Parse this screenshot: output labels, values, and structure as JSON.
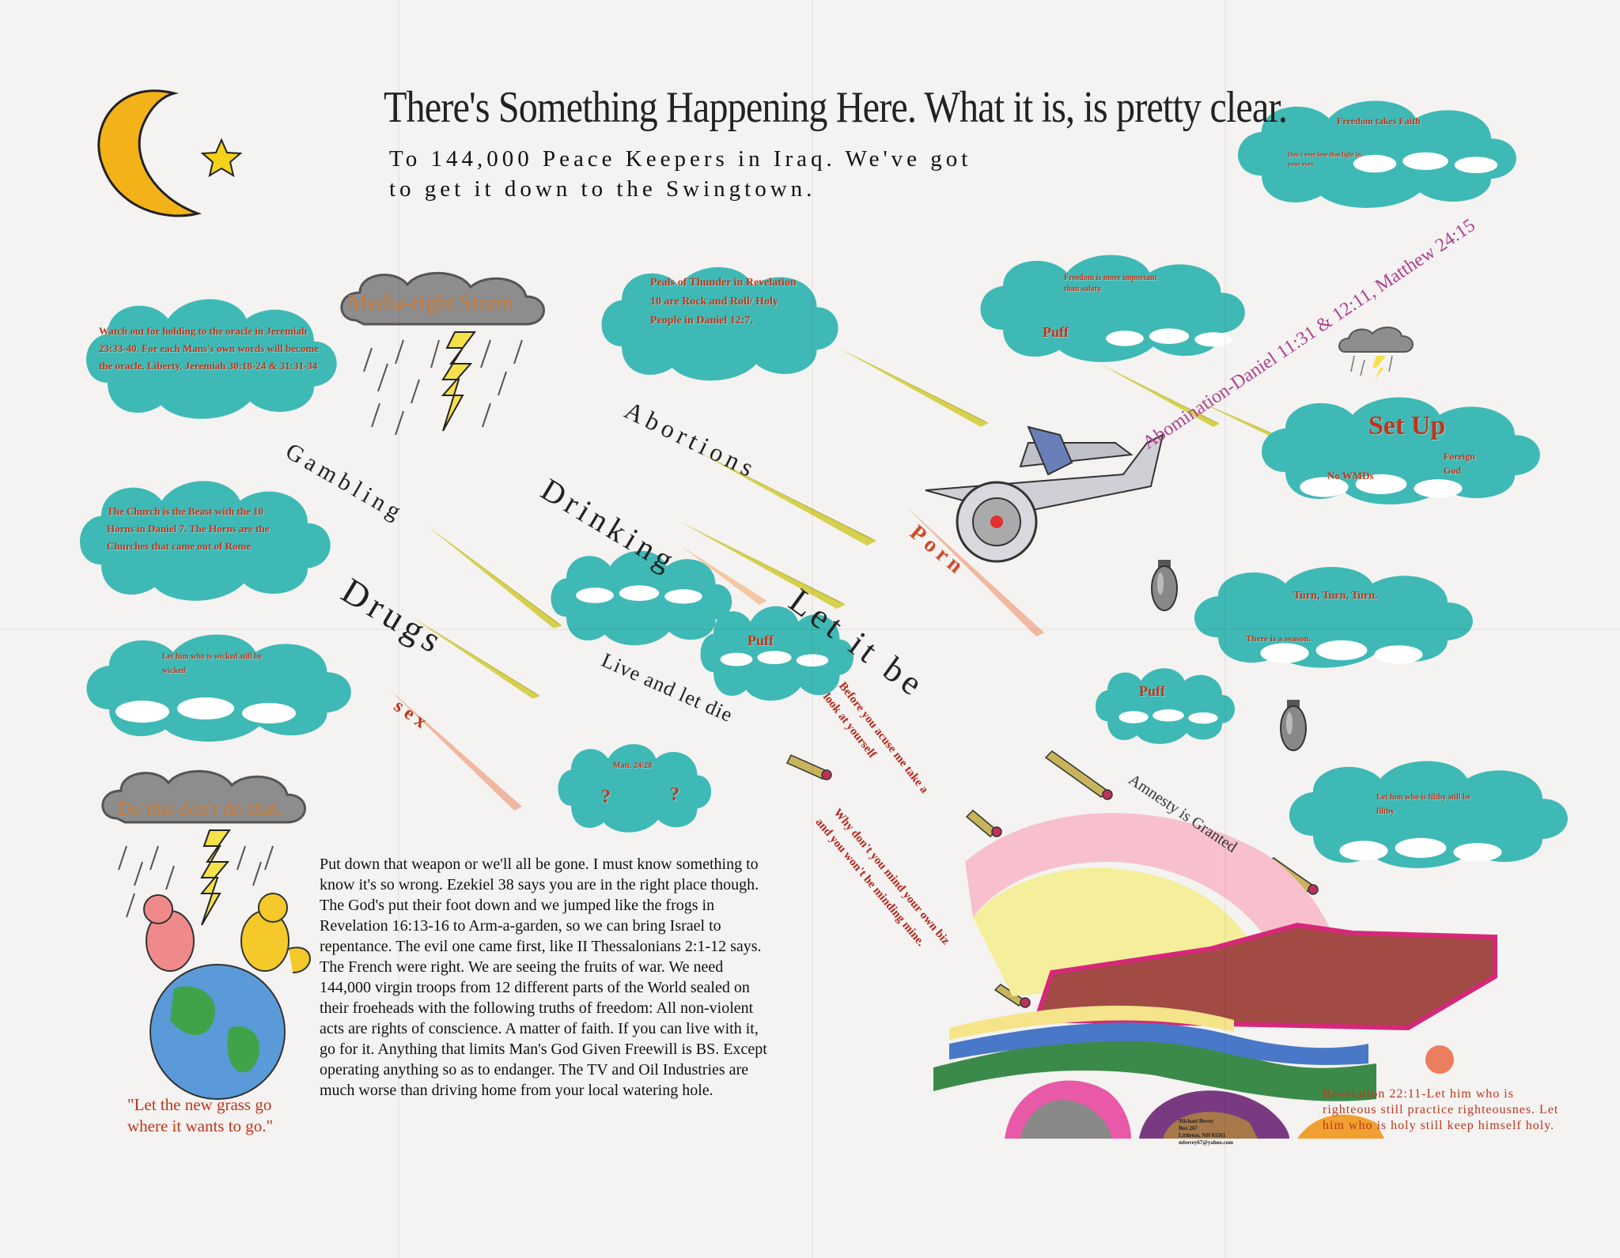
{
  "header": {
    "title": "There's Something Happening Here.  What it is, is pretty clear.",
    "subtitle": "To 144,000 Peace Keepers in Iraq.  We've got\nto get it down to the Swingtown."
  },
  "storms": {
    "media": "Media-right Storm",
    "do_this": "Do this don't do that."
  },
  "clouds": {
    "jeremiah": "Watch out for holding to the oracle in Jeremiah 23:33-40.  For each Mans's own words will become the oracle. Liberty. Jeremiah 30:18-24 & 31:31-34",
    "church": "The Church is the Beast with the 10 Horns in Daniel 7.  The Horns are the Churches that came out of Rome",
    "wicked": "Let him who is wicked still be wicked",
    "thunder": "Peals of Thunder in Revelation 10 are Rock and Roll/ Holy People in Daniel 12:7.",
    "freedom_important": "Freedom is more important than safety.",
    "puff": "Puff",
    "freedom_faith": "Freedom takes Faith",
    "dont_lose": "Don't ever lose that light in your eyes.",
    "setup": "Set Up",
    "no_wmds": "No WMDs",
    "foreign_god": "Foreign God",
    "turn": "Turn, Turn, Turn.",
    "season": "There is a season.",
    "filthy": "Let him who is filthy still be filthy",
    "matt": "Matt. 24:28",
    "question": "?"
  },
  "sins": {
    "gambling": "Gambling",
    "drugs": "Drugs",
    "abortions": "Abortions",
    "drinking": "Drinking",
    "porn": "Porn",
    "sex": "sex",
    "let_it_be": "Let it be",
    "live_let_die": "Live and let die"
  },
  "diagonal": {
    "abomination": "Abomination-Daniel 11:31 & 12:11, Matthew 24:15",
    "before_you_accuse_1": "Before you acuse me take a",
    "before_you_accuse_2": "look at yourself",
    "why_dont_1": "Why don't you mind your own biz",
    "why_dont_2": "and you won't be minding mine.",
    "amnesty": "Amnesty is Granted"
  },
  "body_text": "Put down that weapon or we'll all be gone.  I must know something to\nknow it's so wrong.  Ezekiel 38 says you are in the right place though.\nThe God's put their foot down and we jumped like the frogs in\nRevelation 16:13-16 to Arm-a-garden, so we can bring Israel to\nrepentance.   The evil one came first, like II Thessalonians 2:1-12 says.\nThe French were right. We are seeing the fruits of war.  We need\n144,000 virgin troops from 12 different parts of the World sealed on\ntheir froeheads with the following truths of freedom: All non-violent\nacts are rights of conscience.  A matter of faith.  If you can live with it,\ngo for it.  Anything that limits Man's God Given Freewill is BS.  Except\noperating anything so as to endanger.  The TV and Oil Industries are\nmuch worse than driving home from your local watering hole.",
  "quote": "\"Let the new grass go where it wants to go.\"",
  "revelation": "Revelation 22:11-Let him who is righteous still practice righteousnes. Let him who is holy still keep himself holy.",
  "address": "Michael Bovey\nBox 267\nLittleton, NH 03561\nmbovey67@yahoo.com",
  "colors": {
    "cloud": "#3cb8b3",
    "cloud_inner": "#ffffff",
    "red_text": "#c0341a",
    "storm": "#8a8a8a",
    "moon": "#f2b01e"
  },
  "icons": [
    "moon-icon",
    "star-icon",
    "airplane-icon",
    "bomb-icon",
    "globe-icon",
    "dancing-animals-icon",
    "rainbow-landscape-icon"
  ]
}
